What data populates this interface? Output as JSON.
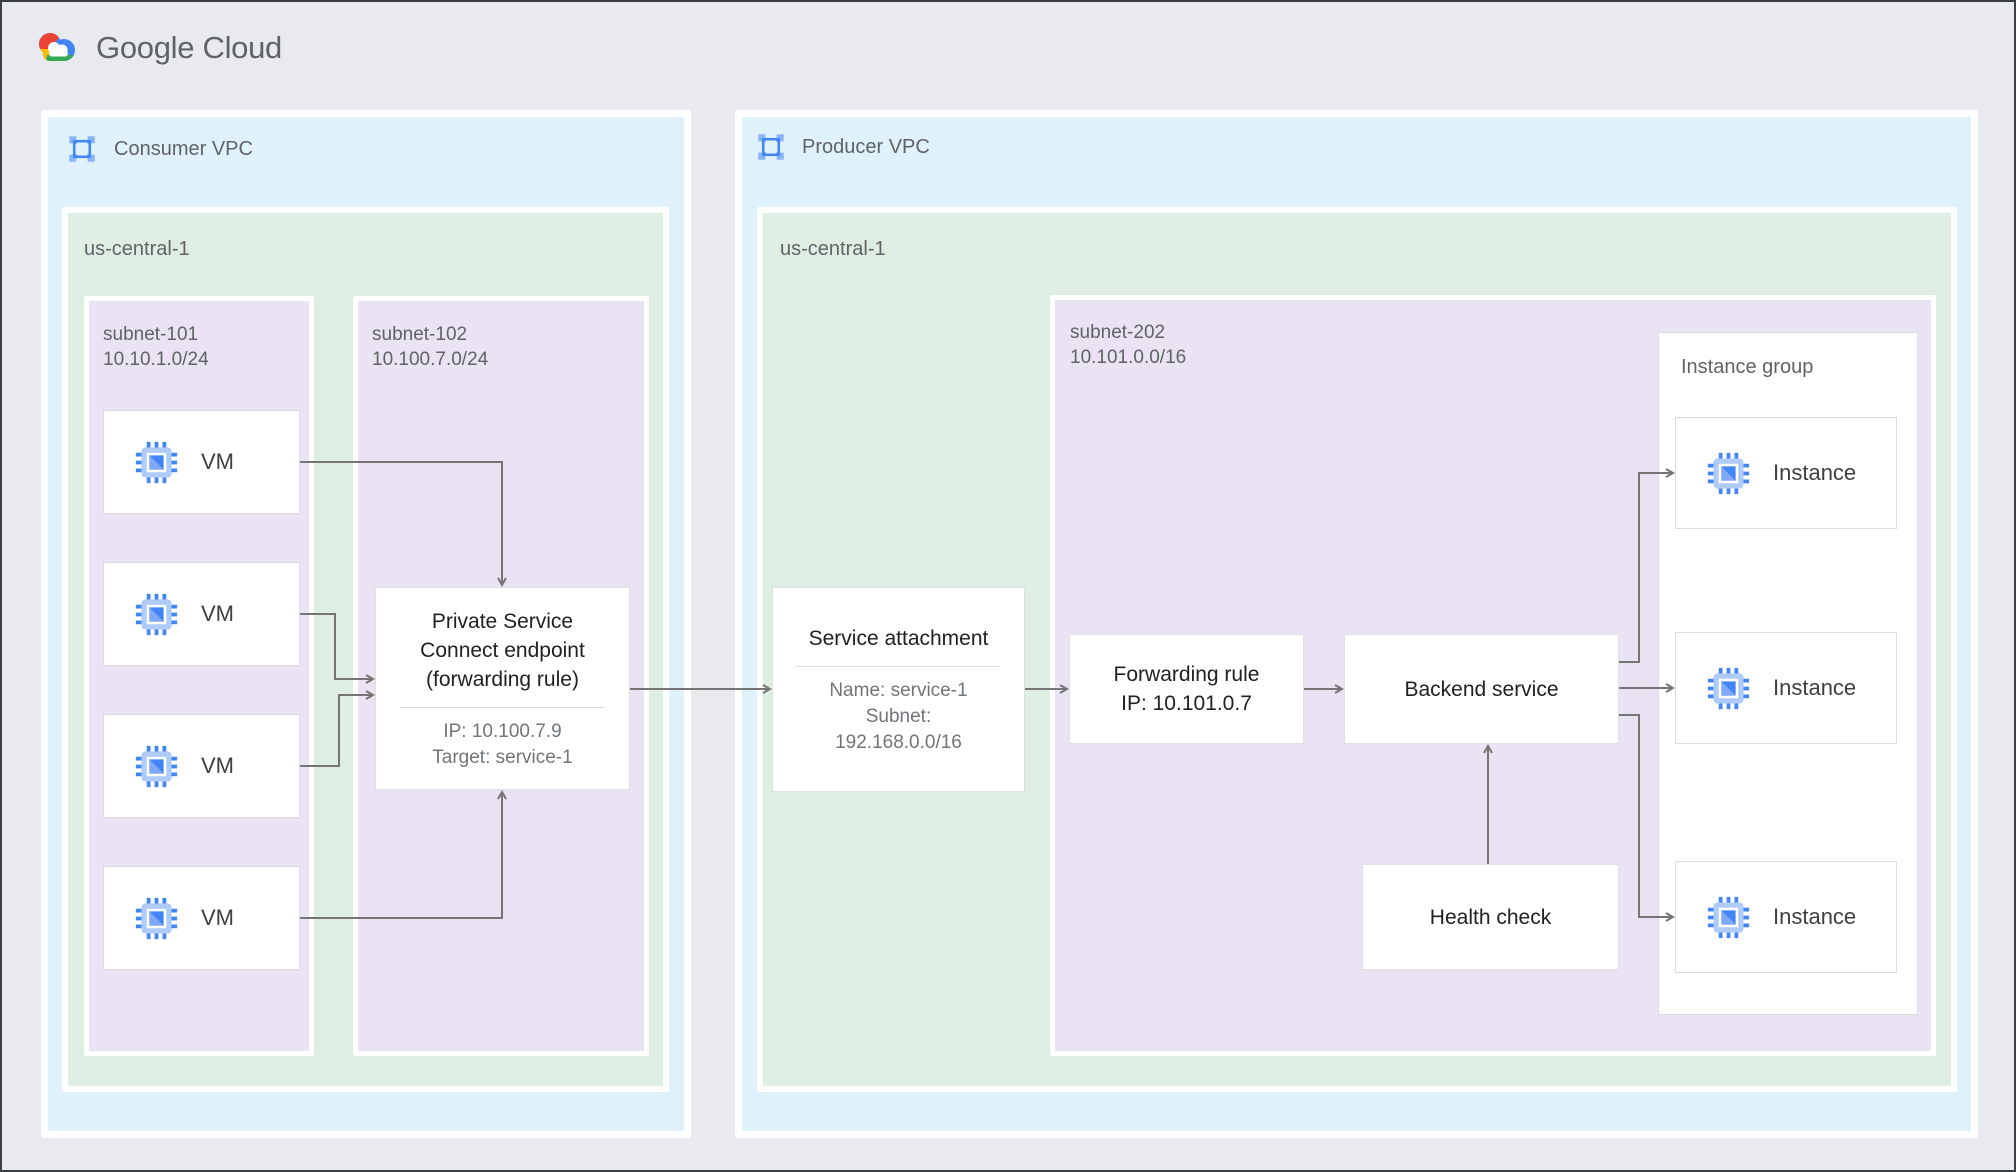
{
  "page": {
    "logo_text": "Google Cloud"
  },
  "colors": {
    "canvas_bg": "#e8eaed",
    "vpc_bg": "#dff1fb",
    "region_bg": "#dfeee3",
    "subnet_bg": "#eae3f3",
    "node_bg": "#ffffff",
    "arrow": "#757575",
    "text_dark": "#212121",
    "text_gray": "#5f6368",
    "accent_blue": "#4285f4",
    "logo_red": "#ea4335",
    "logo_yellow": "#fbbc04",
    "logo_green": "#34a853"
  },
  "consumer_vpc": {
    "label": "Consumer VPC",
    "region_label": "us-central-1",
    "subnet101": {
      "name": "subnet-101",
      "cidr": "10.10.1.0/24",
      "vms": [
        "VM",
        "VM",
        "VM",
        "VM"
      ]
    },
    "subnet102": {
      "name": "subnet-102",
      "cidr": "10.100.7.0/24"
    },
    "psc_endpoint": {
      "title_lines": [
        "Private Service",
        "Connect endpoint",
        "(forwarding rule)"
      ],
      "details": [
        "IP: 10.100.7.9",
        "Target: service-1"
      ]
    }
  },
  "producer_vpc": {
    "label": "Producer VPC",
    "region_label": "us-central-1",
    "service_attachment": {
      "title": "Service attachment",
      "details": [
        "Name: service-1",
        "Subnet:",
        "192.168.0.0/16"
      ]
    },
    "subnet202": {
      "name": "subnet-202",
      "cidr": "10.101.0.0/16"
    },
    "forwarding_rule": {
      "lines": [
        "Forwarding rule",
        "IP: 10.101.0.7"
      ]
    },
    "backend_service": {
      "label": "Backend service"
    },
    "health_check": {
      "label": "Health check"
    },
    "instance_group": {
      "label": "Instance group",
      "instances": [
        "Instance",
        "Instance",
        "Instance"
      ]
    }
  }
}
